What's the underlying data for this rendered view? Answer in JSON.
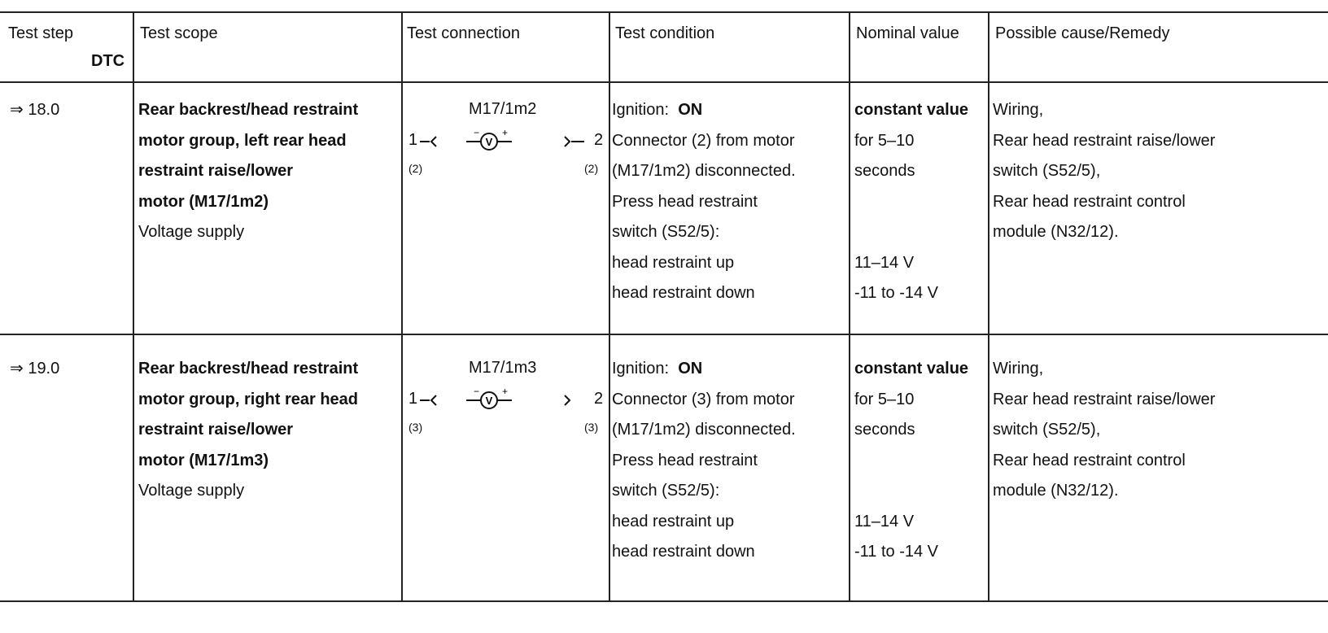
{
  "header": {
    "test_step": "Test step",
    "dtc": "DTC",
    "test_scope": "Test scope",
    "test_connection": "Test connection",
    "test_condition": "Test condition",
    "nominal_value": "Nominal value",
    "possible_cause": "Possible cause/Remedy"
  },
  "rows": [
    {
      "step": "⇒ 18.0",
      "scope_bold": [
        "Rear backrest/head restraint",
        "motor group, left rear head",
        "restraint raise/lower",
        "motor (M17/1m2)"
      ],
      "scope_plain": "Voltage supply",
      "connection": {
        "component": "M17/1m2",
        "pin_left": "1",
        "pin_right": "2",
        "ref_left": "(2)",
        "ref_right": "(2)",
        "meter_symbol": "V"
      },
      "condition": {
        "ignition_label": "Ignition:",
        "ignition_value": "ON",
        "lines": [
          "Connector (2) from motor",
          "(M17/1m2) disconnected.",
          "Press head restraint",
          "switch (S52/5):",
          "head restraint up",
          "head restraint down"
        ]
      },
      "nominal": {
        "bold": "constant value",
        "lines": [
          "for 5–10",
          "seconds"
        ],
        "up": "11–14 V",
        "down": "-11 to -14 V"
      },
      "remedy": [
        "Wiring,",
        "Rear head restraint raise/lower",
        "switch (S52/5),",
        "Rear head restraint control",
        "module (N32/12)."
      ]
    },
    {
      "step": "⇒ 19.0",
      "scope_bold": [
        "Rear backrest/head restraint",
        "motor group, right rear head",
        "restraint raise/lower",
        "motor (M17/1m3)"
      ],
      "scope_plain": "Voltage supply",
      "connection": {
        "component": "M17/1m3",
        "pin_left": "1",
        "pin_right": "2",
        "ref_left": "(3)",
        "ref_right": "(3)",
        "meter_symbol": "V"
      },
      "condition": {
        "ignition_label": "Ignition:",
        "ignition_value": "ON",
        "lines": [
          "Connector (3) from motor",
          "(M17/1m2) disconnected.",
          "Press head restraint",
          "switch (S52/5):",
          "head restraint up",
          "head restraint down"
        ]
      },
      "nominal": {
        "bold": "constant value",
        "lines": [
          "for 5–10",
          "seconds"
        ],
        "up": "11–14 V",
        "down": "-11 to -14 V"
      },
      "remedy": [
        "Wiring,",
        "Rear head restraint raise/lower",
        "switch (S52/5),",
        "Rear head restraint control",
        "module (N32/12)."
      ]
    }
  ]
}
